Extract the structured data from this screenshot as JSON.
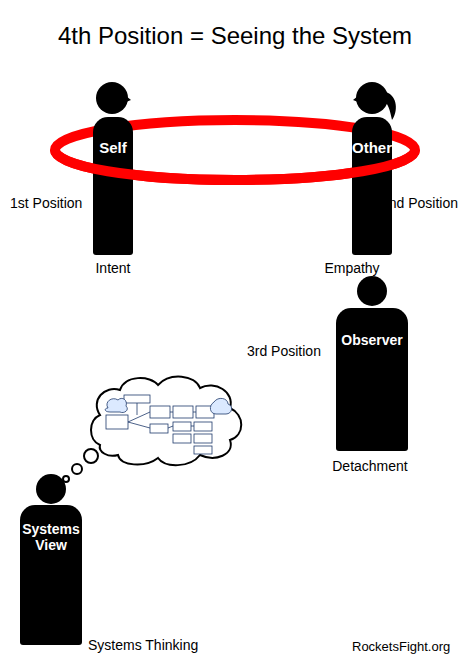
{
  "diagram": {
    "title": "4th Position = Seeing the System",
    "nodes": [
      {
        "text": [
          "Self"
        ]
      },
      {
        "text": [
          "Other"
        ]
      },
      {
        "text": [
          "Observer"
        ]
      },
      {
        "text": [
          "Systems View"
        ]
      }
    ],
    "labels": [
      "1st Position",
      "Intent",
      "2nd Position",
      "Empathy",
      "3rd Position",
      "Detachment",
      "Systems Thinking",
      "RocketsFight.org"
    ]
  }
}
